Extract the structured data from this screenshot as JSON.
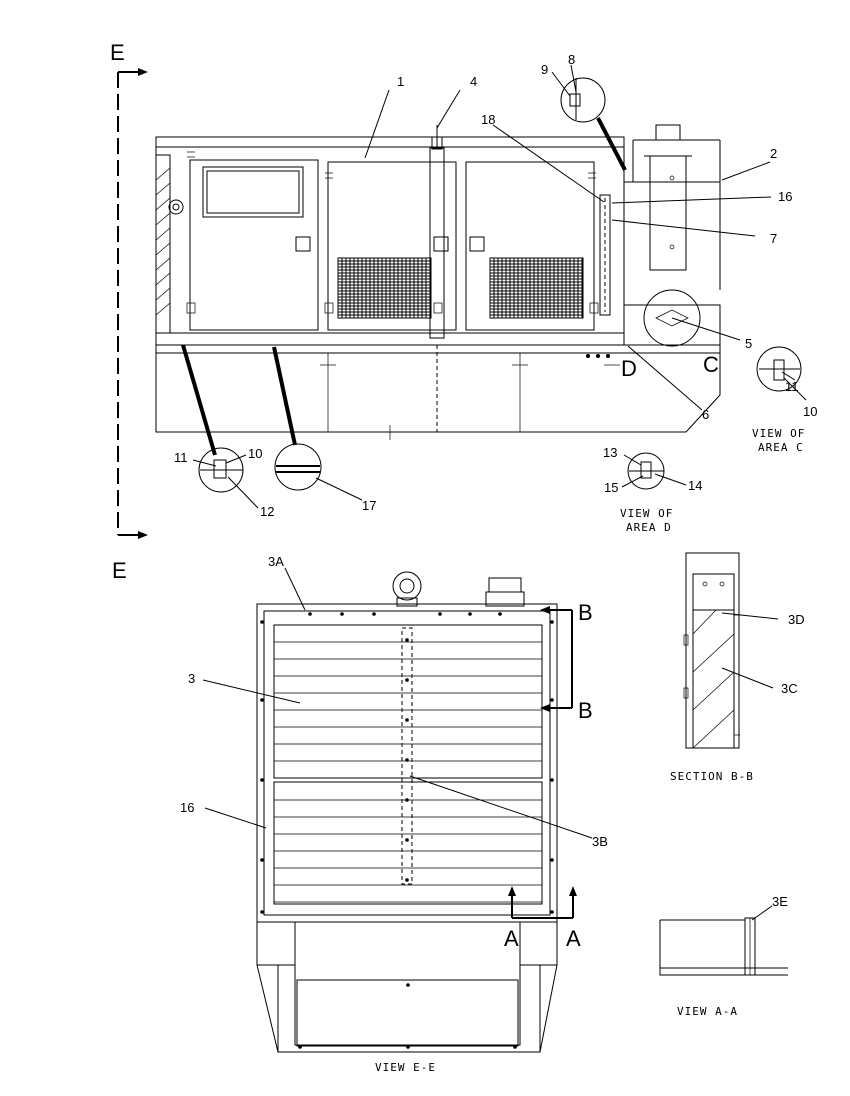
{
  "section_marks": {
    "e_top": "E",
    "e_mid": "E",
    "b_top": "B",
    "b_bottom": "B",
    "a_left": "A",
    "a_right": "A",
    "c": "C",
    "d": "D"
  },
  "callouts": {
    "c1": "1",
    "c2": "2",
    "c3": "3",
    "c3a": "3A",
    "c3b": "3B",
    "c3c": "3C",
    "c3d": "3D",
    "c3e": "3E",
    "c4": "4",
    "c5": "5",
    "c6": "6",
    "c7": "7",
    "c8": "8",
    "c9": "9",
    "c10a": "10",
    "c10b": "10",
    "c11a": "11",
    "c11b": "11",
    "c12": "12",
    "c13": "13",
    "c14": "14",
    "c15": "15",
    "c16a": "16",
    "c16b": "16",
    "c17": "17",
    "c18": "18"
  },
  "captions": {
    "area_c_1": "VIEW OF",
    "area_c_2": "AREA C",
    "area_d_1": "VIEW OF",
    "area_d_2": "AREA D",
    "view_ee": "VIEW E-E",
    "section_bb": "SECTION B-B",
    "view_aa": "VIEW A-A"
  }
}
